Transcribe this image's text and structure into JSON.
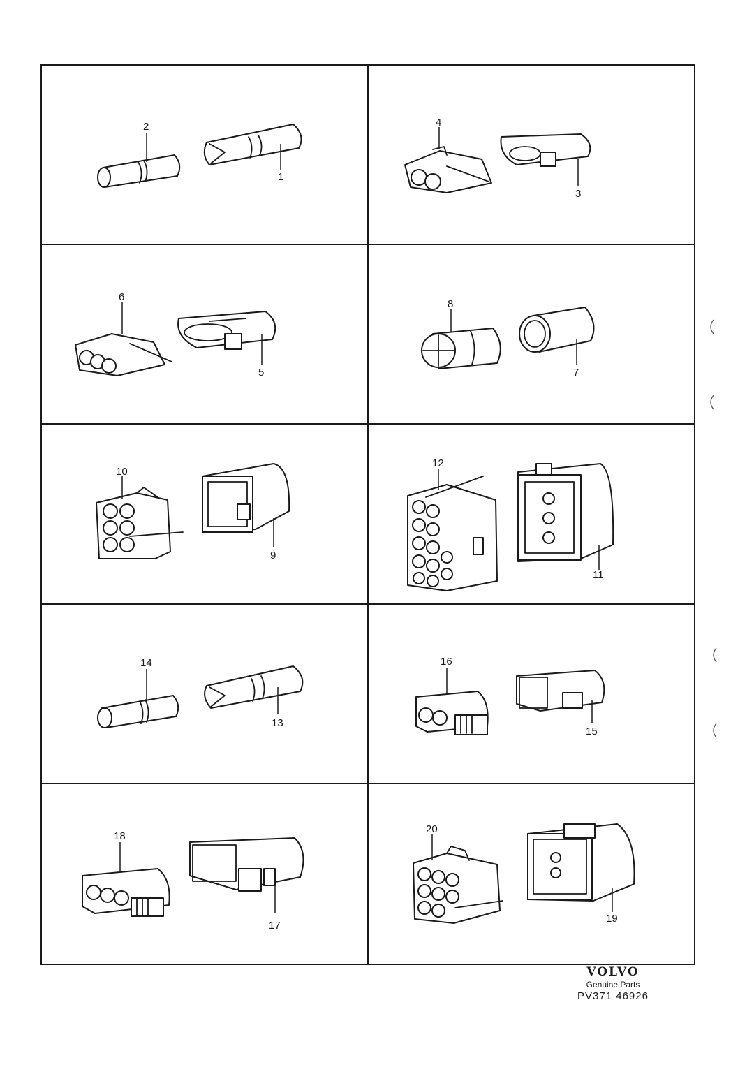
{
  "diagram": {
    "brand": {
      "logo": "VOLVO",
      "subtitle": "Genuine Parts",
      "reference": "PV371 46926"
    },
    "panels": [
      {
        "callouts": [
          "2",
          "1"
        ]
      },
      {
        "callouts": [
          "4",
          "3"
        ]
      },
      {
        "callouts": [
          "6",
          "5"
        ]
      },
      {
        "callouts": [
          "8",
          "7"
        ]
      },
      {
        "callouts": [
          "10",
          "9"
        ]
      },
      {
        "callouts": [
          "12",
          "11"
        ]
      },
      {
        "callouts": [
          "14",
          "13"
        ]
      },
      {
        "callouts": [
          "16",
          "15"
        ]
      },
      {
        "callouts": [
          "18",
          "17"
        ]
      },
      {
        "callouts": [
          "20",
          "19"
        ]
      }
    ]
  }
}
